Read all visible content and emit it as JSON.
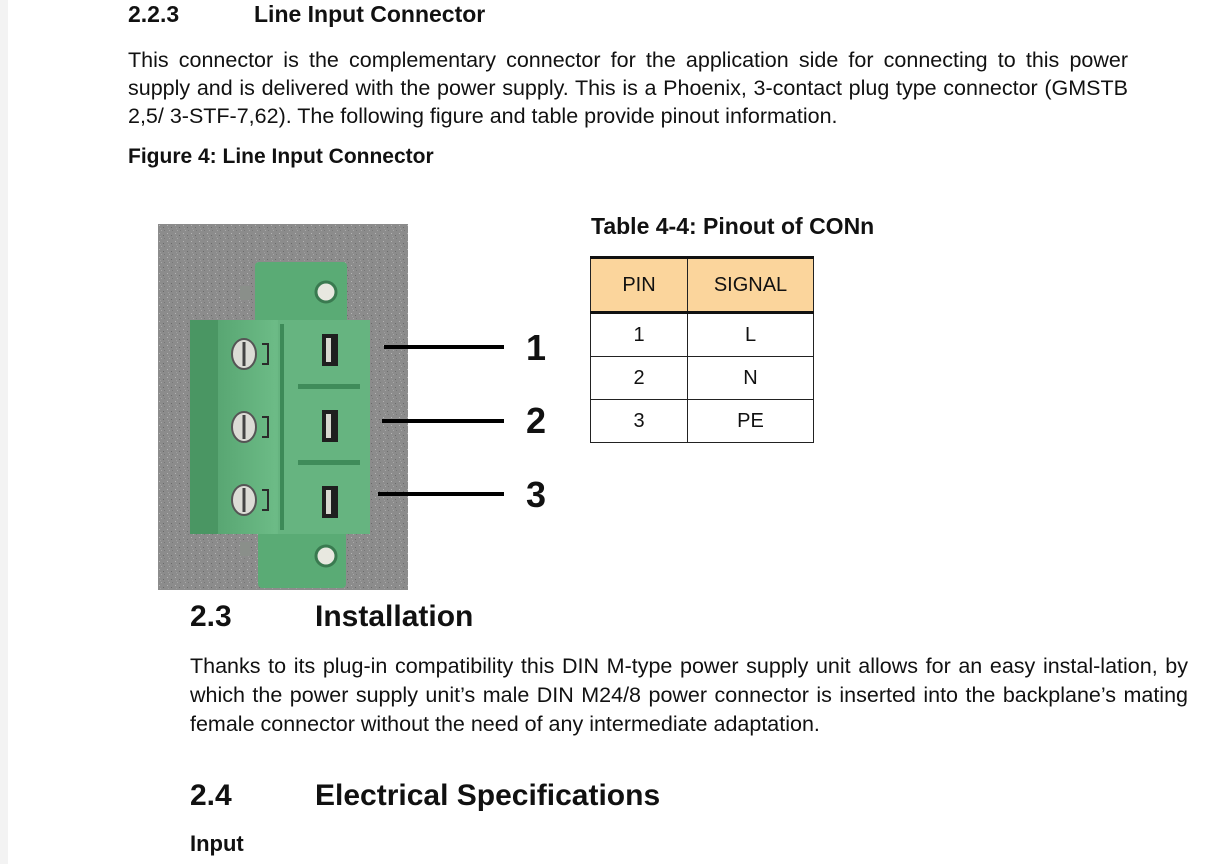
{
  "section_223": {
    "number": "2.2.3",
    "title": "Line Input Connector",
    "paragraph": "This connector is the complementary connector for the application side for connecting to this power supply and is delivered with the power supply. This is a Phoenix, 3-contact plug type connector (GMSTB 2,5/ 3-STF-7,62). The following figure and table provide pinout information.",
    "figure_caption": "Figure 4:  Line Input Connector"
  },
  "figure": {
    "callouts": [
      "1",
      "2",
      "3"
    ],
    "colors": {
      "connector_green": "#5fae7a",
      "connector_dark": "#3d8a58",
      "background_gray": "#8d8d8d"
    }
  },
  "table": {
    "title": "Table 4-4: Pinout of CONn",
    "headers": [
      "PIN",
      "SIGNAL"
    ],
    "rows": [
      [
        "1",
        "L"
      ],
      [
        "2",
        "N"
      ],
      [
        "3",
        "PE"
      ]
    ],
    "header_color": "#fbd59c"
  },
  "section_23": {
    "number": "2.3",
    "title": "Installation",
    "paragraph": "Thanks to its plug-in compatibility this DIN M-type power supply unit allows for an easy instal-lation, by which the power supply unit’s male DIN M24/8 power connector is inserted into the backplane’s mating female connector without the need of any intermediate adaptation."
  },
  "section_24": {
    "number": "2.4",
    "title": "Electrical Specifications",
    "subheading": "Input"
  }
}
